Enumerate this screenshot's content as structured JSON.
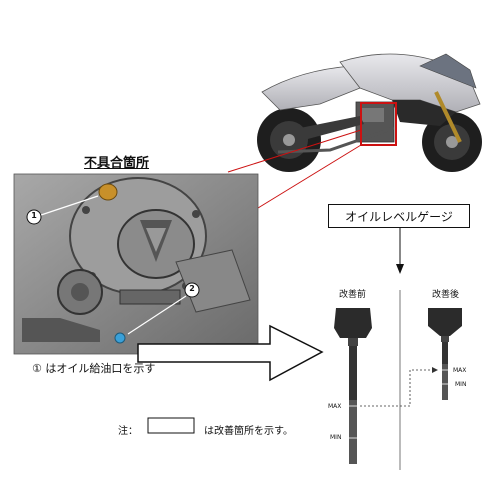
{
  "defect_title": "不具合箇所",
  "gauge_title": "オイルレベルゲージ",
  "before_label": "改善前",
  "after_label": "改善後",
  "max_label": "MAX",
  "min_label": "MIN",
  "callout_1": "1",
  "callout_2": "2",
  "caption": "① はオイル給油口を示す",
  "note_label": "注：",
  "note_text": "は改善箇所を示す。",
  "colors": {
    "highlight_red": "#cc1111",
    "oil_cap_gold": "#c8902a",
    "drain_blue": "#3aa0d8",
    "engine_gray": "#8a8a8a",
    "gauge_black": "#2b2b2b"
  }
}
